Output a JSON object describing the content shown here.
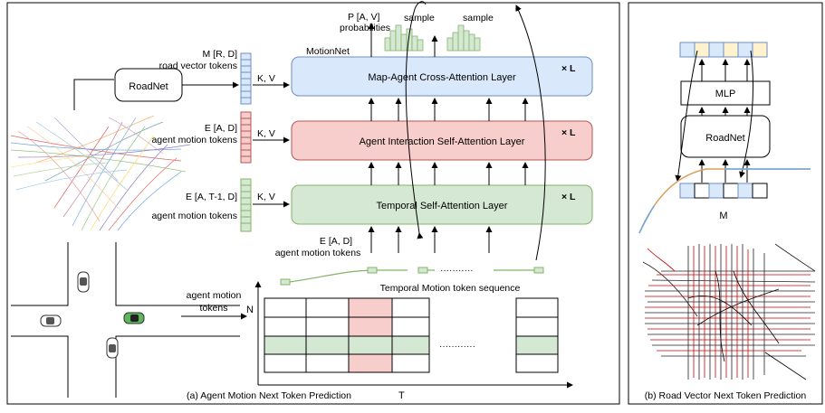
{
  "panel_a": {
    "caption": "(a) Agent Motion Next Token Prediction",
    "motionnet_label": "MotionNet",
    "layers": {
      "cross": "Map-Agent  Cross-Attention Layer",
      "interaction": "Agent Interaction Self-Attention Layer",
      "temporal": "Temporal Self-Attention Layer"
    },
    "repeat_label": "× L",
    "kv_label": "K, V",
    "roadnet_label": "RoadNet",
    "tokens": {
      "map_line1": "M [R, D]",
      "map_line2": "road vector  tokens",
      "e_ad_line1": "E [A, D]",
      "e_ad_line2": "agent motion tokens",
      "e_at_line1": "E [A, T-1, D]",
      "e_at_line2": "agent motion tokens",
      "e_bottom_line1": "E [A, D]",
      "e_bottom_line2": "agent motion tokens",
      "left_line1": "agent motion",
      "left_line2": "tokens"
    },
    "prob_line1": "P [A, V]",
    "prob_line2": "probabilities",
    "sample1": "sample",
    "sample2": "sample",
    "sequence_label": "Temporal Motion token sequence",
    "axis_n": "N",
    "axis_t": "T",
    "dots": "············"
  },
  "panel_b": {
    "caption": "(b) Road Vector Next Token Prediction",
    "mlp_label": "MLP",
    "roadnet_label": "RoadNet",
    "m_label": "M"
  },
  "colors": {
    "cross_fill": "#dae8fc",
    "cross_stroke": "#6c8ebf",
    "inter_fill": "#f8cecc",
    "inter_stroke": "#b85450",
    "temp_fill": "#d5e8d4",
    "temp_stroke": "#82b366",
    "road_token_yellow": "#fff2cc"
  }
}
